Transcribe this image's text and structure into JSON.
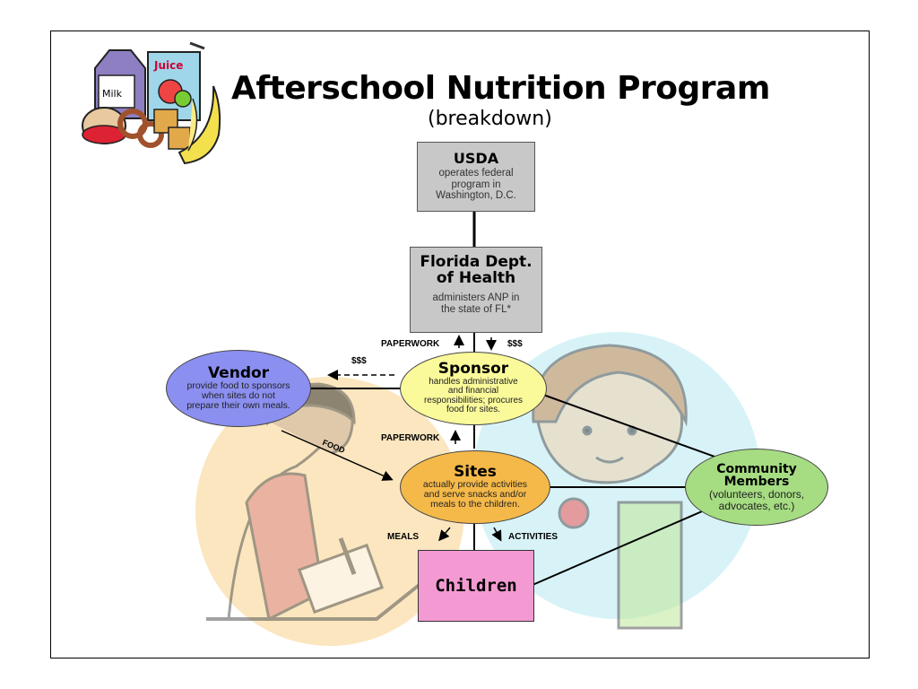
{
  "title": "Afterschool Nutrition Program",
  "subtitle": "(breakdown)",
  "nodes": {
    "usda": {
      "title": "USDA",
      "desc": "operates federal program in Washington, D.C."
    },
    "fdoh": {
      "title": "Florida Dept. of Health",
      "desc": "administers ANP in the state of FL*"
    },
    "vendor": {
      "title": "Vendor",
      "desc": "provide food to sponsors when sites do not prepare their own meals."
    },
    "sponsor": {
      "title": "Sponsor",
      "desc": "handles administrative and financial responsibilities; procures food for sites."
    },
    "sites": {
      "title": "Sites",
      "desc": "actually provide activities and serve snacks and/or meals to the children."
    },
    "community": {
      "title": "Community Members",
      "desc": "(volunteers, donors, advocates, etc.)"
    },
    "children": {
      "title": "Children"
    }
  },
  "labels": {
    "paperwork_top": "PAPERWORK",
    "money_top": "$$$",
    "money_vendor": "$$$",
    "paperwork_mid": "PAPERWORK",
    "food": "FOOD",
    "meals": "MEALS",
    "activities": "ACTIVITIES"
  },
  "clipart_labels": {
    "milk": "Milk",
    "juice": "Juice"
  },
  "colors": {
    "vendor": "#8b8ff0",
    "sponsor": "#fafa9a",
    "sites": "#f5b94a",
    "community": "#a6dc82",
    "children": "#f49ad3",
    "box": "#c8c8c8",
    "bg_circle_left": "#fbe3b8",
    "bg_circle_right": "#d4f2f6"
  }
}
